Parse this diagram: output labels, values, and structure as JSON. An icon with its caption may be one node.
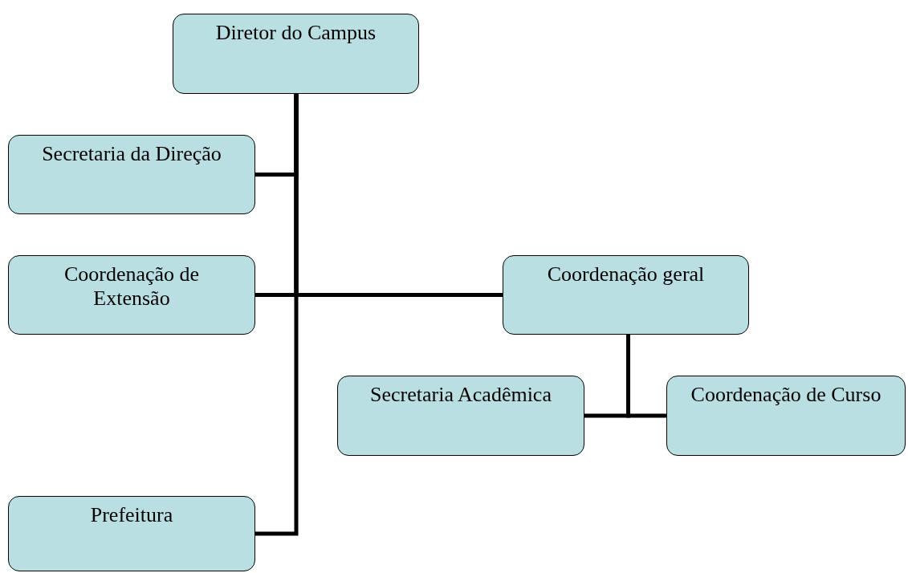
{
  "diagram": {
    "nodes": [
      {
        "text": [
          "Diretor do Campus"
        ]
      },
      {
        "text": [
          "Secretaria da Direção"
        ]
      },
      {
        "text": [
          "Coordenação de Extensão"
        ]
      },
      {
        "text": [
          "Coordenação geral"
        ]
      },
      {
        "text": [
          "Secretaria Acadêmica"
        ]
      },
      {
        "text": [
          "Coordenação de Curso"
        ]
      },
      {
        "text": [
          "Prefeitura"
        ]
      }
    ],
    "edges": [
      {
        "from": 0,
        "to": 1,
        "arrow": "none"
      },
      {
        "from": 0,
        "to": 2,
        "arrow": "none"
      },
      {
        "from": 0,
        "to": 3,
        "arrow": "none"
      },
      {
        "from": 0,
        "to": 6,
        "arrow": "none"
      },
      {
        "from": 3,
        "to": 4,
        "arrow": "none"
      },
      {
        "from": 3,
        "to": 5,
        "arrow": "none"
      }
    ]
  }
}
